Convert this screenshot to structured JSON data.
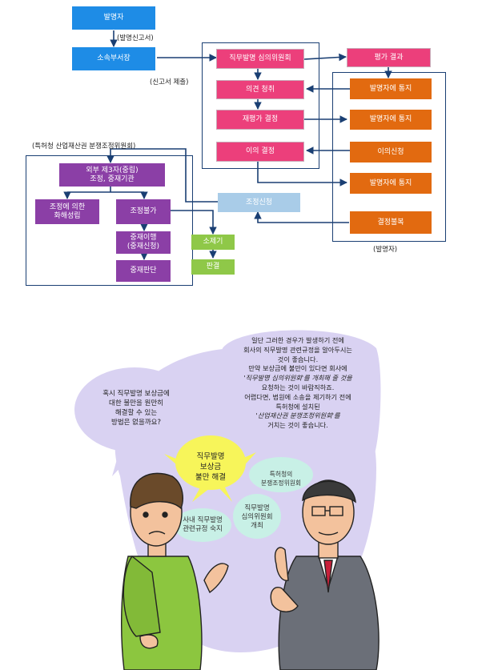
{
  "flow": {
    "inventor_top": "발명자",
    "inventor_report": "(발명신고서)",
    "dept_head": "소속부서장",
    "report_submit": "(신고서 제출)",
    "committee": "직무발명 심의위원회",
    "opinion": "의견 청취",
    "reassess": "재평가 결정",
    "objection_decision": "이의 결정",
    "eval_result": "평가 결과",
    "notify_1": "발명자에 통지",
    "notify_2": "발명자에 통지",
    "objection_apply": "이의신청",
    "notify_3": "발명자에 통지",
    "accept": "결정불복",
    "inventor_group": "(발명자)",
    "kipo_committee": "(특허청 산업재산권 분쟁조정위원회)",
    "external_l1": "외부 제3자(중립)",
    "external_l2": "조정, 중재기관",
    "mediation_settle_l1": "조정에 의한",
    "mediation_settle_l2": "화해성립",
    "mediation_fail": "조정불가",
    "arbitration_l1": "중재이행",
    "arbitration_l2": "(중재신청)",
    "arbitration_ruling": "중재판단",
    "mediation_apply": "조정신청",
    "lawsuit": "소제기",
    "judgment": "판결"
  },
  "cartoon": {
    "left_bubble": [
      "혹시 직무발명 보상금에",
      "대한 불만을 원만히",
      "해결할 수 있는",
      "방법은 없을까요?"
    ],
    "right_bubble": [
      "일단 그러한 경우가 발생하기 전에",
      "회사의 직무발명 관련규정을 알아두시는",
      "것이 좋습니다.",
      "만약 보상금에 불만이 있다면 회사에",
      "'직무발명 심의위원회'를 개최해 줄 것을",
      "요청하는 것이 바람직하죠.",
      "어렵다면, 법원에 소송을 제기하기 전에",
      "특허청에 설치된",
      "'산업재산권 분쟁조정위원회'를",
      "거치는 것이 좋습니다."
    ],
    "center_l1": "직무발명",
    "center_l2": "보상금",
    "center_l3": "불만 해결",
    "tag_a_l1": "사내 직무발명",
    "tag_a_l2": "관련규정 숙지",
    "tag_b_l1": "직무발명",
    "tag_b_l2": "심의위원회",
    "tag_b_l3": "개최",
    "tag_c_l1": "특허청의",
    "tag_c_l2": "분쟁조정위원회",
    "colors": {
      "blue": "#1e8ce6",
      "pink": "#ec3f7b",
      "orange": "#e26a10",
      "purple": "#8b3fa6",
      "green": "#8fc848",
      "lavender": "#d9d2f2",
      "yellow": "#f7f55a"
    }
  }
}
